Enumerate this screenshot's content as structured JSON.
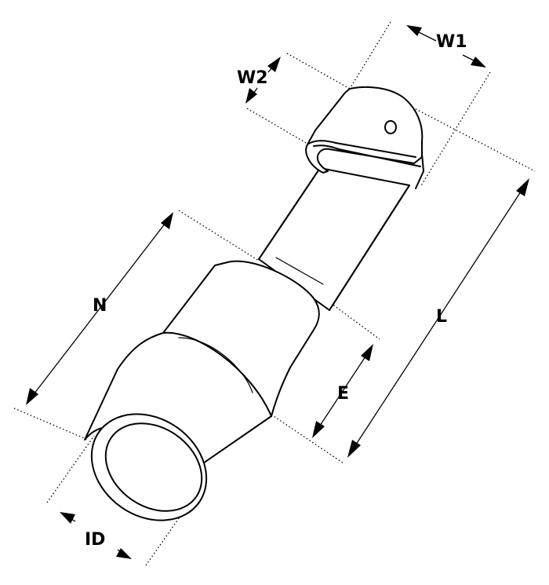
{
  "diagram": {
    "labels": {
      "w1": "W1",
      "w2": "W2",
      "n": "N",
      "l": "L",
      "e": "E",
      "id": "ID"
    }
  }
}
